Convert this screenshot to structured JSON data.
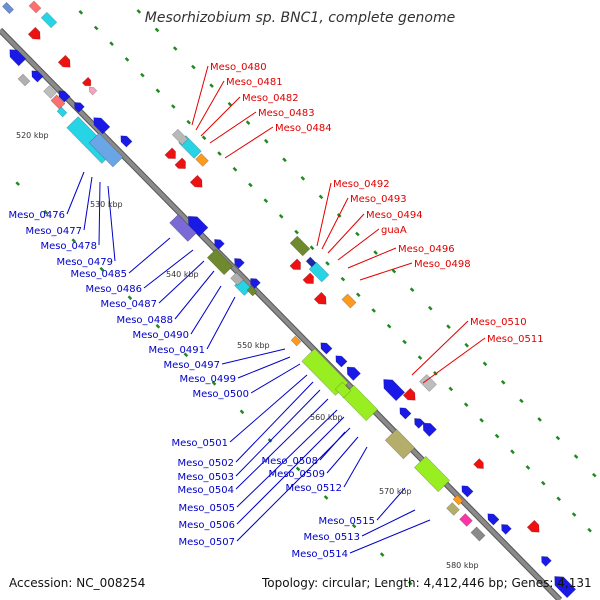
{
  "title": "Mesorhizobium sp. BNC1, complete genome",
  "footer": {
    "accession": "Accession: NC_008254",
    "topology": "Topology: circular; Length: 4,412,446 bp; Genes: 4,131"
  },
  "colors": {
    "backbone": "#8a8a8a",
    "forward_label": "#e00000",
    "reverse_label": "#0000c8",
    "tick": "#1f8a1f"
  },
  "kbp_markers": [
    "520 kbp",
    "530 kbp",
    "540 kbp",
    "550 kbp",
    "560 kbp",
    "570 kbp",
    "580 kbp"
  ],
  "forward_labels": [
    "Meso_0480",
    "Meso_0481",
    "Meso_0482",
    "Meso_0483",
    "Meso_0484",
    "Meso_0492",
    "Meso_0493",
    "Meso_0494",
    "guaA",
    "Meso_0496",
    "Meso_0498",
    "Meso_0510",
    "Meso_0511"
  ],
  "reverse_labels": [
    "Meso_0476",
    "Meso_0477",
    "Meso_0478",
    "Meso_0479",
    "Meso_0485",
    "Meso_0486",
    "Meso_0487",
    "Meso_0488",
    "Meso_0490",
    "Meso_0491",
    "Meso_0497",
    "Meso_0499",
    "Meso_0500",
    "Meso_0501",
    "Meso_0502",
    "Meso_0503",
    "Meso_0504",
    "Meso_0505",
    "Meso_0506",
    "Meso_0507",
    "Meso_0508",
    "Meso_0509",
    "Meso_0512",
    "Meso_0513",
    "Meso_0514",
    "Meso_0515"
  ]
}
